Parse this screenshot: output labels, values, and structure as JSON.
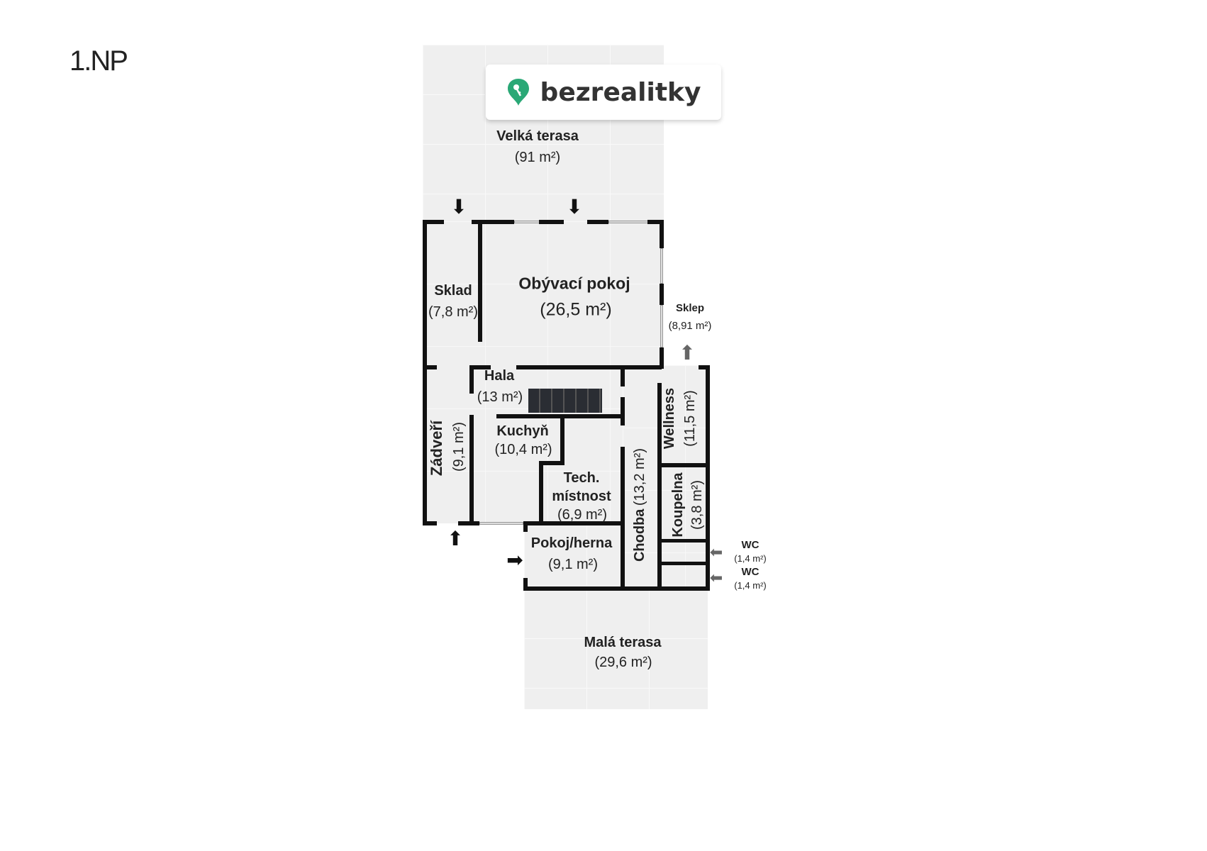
{
  "floor_label": "1.NP",
  "brand": {
    "name": "bezrealitky",
    "color": "#2aa876"
  },
  "rooms": {
    "velka_terasa": {
      "name": "Velká terasa",
      "area": "(91 m²)"
    },
    "sklad": {
      "name": "Sklad",
      "area": "(7,8 m²)"
    },
    "obyvaci_pokoj": {
      "name": "Obývací pokoj",
      "area": "(26,5 m²)"
    },
    "sklep": {
      "name": "Sklep",
      "area": "(8,91 m²)"
    },
    "hala": {
      "name": "Hala",
      "area": "(13 m²)"
    },
    "zadveri": {
      "name": "Zádveří",
      "area": "(9,1 m²)"
    },
    "kuchyn": {
      "name": "Kuchyň",
      "area": "(10,4 m²)"
    },
    "tech": {
      "name_line1": "Tech.",
      "name_line2": "místnost",
      "area": "(6,9 m²)"
    },
    "pokoj_herna": {
      "name": "Pokoj/herna",
      "area": "(9,1 m²)"
    },
    "chodba": {
      "name": "Chodba",
      "area": "(13,2 m²)"
    },
    "wellness": {
      "name": "Wellness",
      "area": "(11,5 m²)"
    },
    "koupelna": {
      "name": "Koupelna",
      "area": "(3,8 m²)"
    },
    "wc1": {
      "name": "WC",
      "area": "(1,4 m²)"
    },
    "wc2": {
      "name": "WC",
      "area": "(1,4 m²)"
    },
    "mala_terasa": {
      "name": "Malá terasa",
      "area": "(29,6 m²)"
    }
  }
}
